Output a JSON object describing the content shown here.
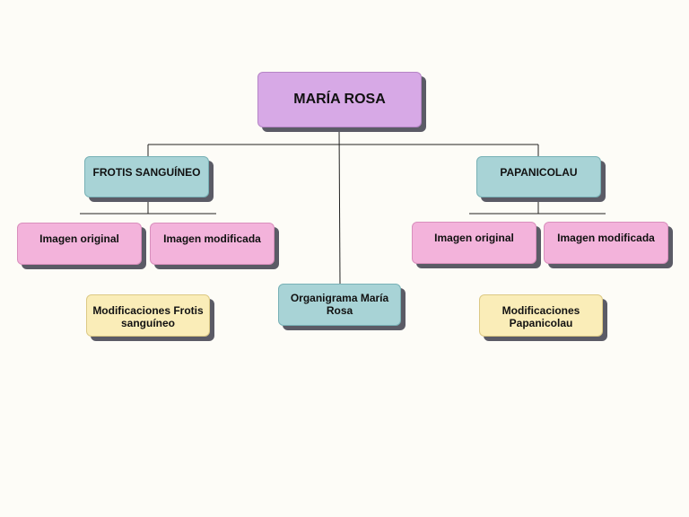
{
  "diagram": {
    "root": {
      "label": "MARÍA ROSA"
    },
    "frotis": {
      "label": "FROTIS SANGUÍNEO",
      "original": "Imagen original",
      "modified": "Imagen modificada",
      "modifications": "Modificaciones Frotis sanguíneo"
    },
    "papanicolau": {
      "label": "PAPANICOLAU",
      "original": "Imagen original",
      "modified": "Imagen modificada",
      "modifications": "Modificaciones Papanicolau"
    },
    "organigram": {
      "label": "Organigrama María Rosa"
    }
  },
  "colors": {
    "root": "#d7a9e6",
    "branch": "#a8d3d6",
    "image": "#f3b3db",
    "modifications": "#faedb8",
    "connector": "#222222",
    "shadow": "#5b5b66",
    "background": "#fdfcf7"
  }
}
